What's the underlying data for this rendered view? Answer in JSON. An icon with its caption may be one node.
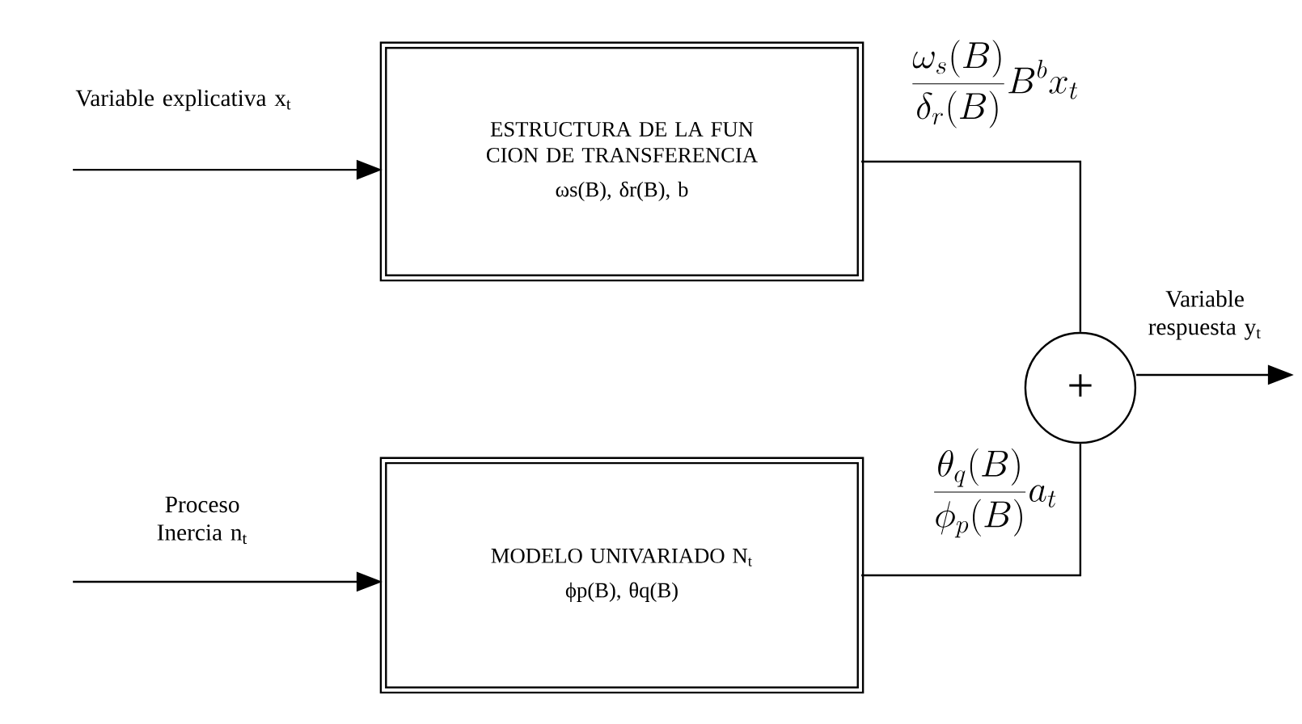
{
  "diagram": {
    "nodes": [
      {
        "text": [
          "ESTRUCTURA DE LA FUN CION DE TRANSFERENCIA",
          "ωs(B), δr(B), b"
        ]
      },
      {
        "text": [
          "MODELO UNIVARIADO N$_{t}$",
          "ϕp(B), θq(B)"
        ]
      },
      {
        "text": [
          "+"
        ]
      }
    ],
    "edges": [
      {
        "from": null,
        "to": 0,
        "arrow": "to",
        "label": "Variable explicativa x$_{t}$"
      },
      {
        "from": null,
        "to": 1,
        "arrow": "to",
        "label": "Proceso Inercia n$_{t}$"
      },
      {
        "from": 0,
        "to": 2,
        "arrow": "none",
        "label": "\\frac{\\omega_s(B)}{\\delta_r(B)}B^b x_t"
      },
      {
        "from": 1,
        "to": 2,
        "arrow": "none",
        "label": "\\frac{\\theta_q(B)}{\\phi_p(B)}a_t"
      },
      {
        "from": 2,
        "to": null,
        "arrow": "to",
        "label": "Variable respuesta y$_{t}$"
      }
    ]
  }
}
